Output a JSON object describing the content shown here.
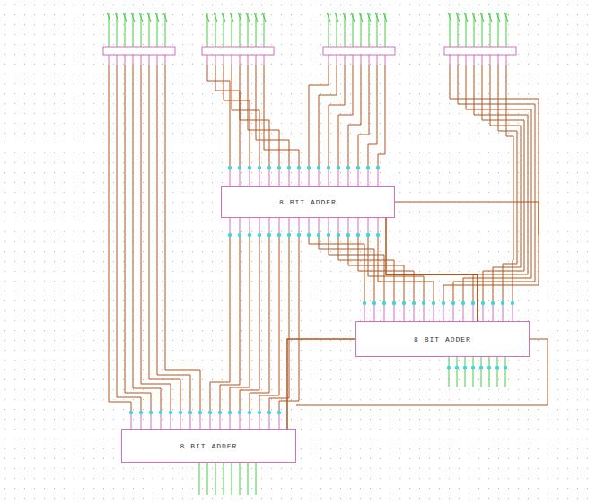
{
  "diagram": {
    "nodes": [
      {
        "text": [
          "8 BIT ADDER"
        ]
      },
      {
        "text": [
          "8 BIT ADDER"
        ]
      },
      {
        "text": [
          "8 BIT ADDER"
        ]
      }
    ],
    "edges": [
      {
        "from": 0,
        "to": 1,
        "arrow": "none"
      },
      {
        "from": 1,
        "to": 2,
        "arrow": "none"
      }
    ]
  }
}
